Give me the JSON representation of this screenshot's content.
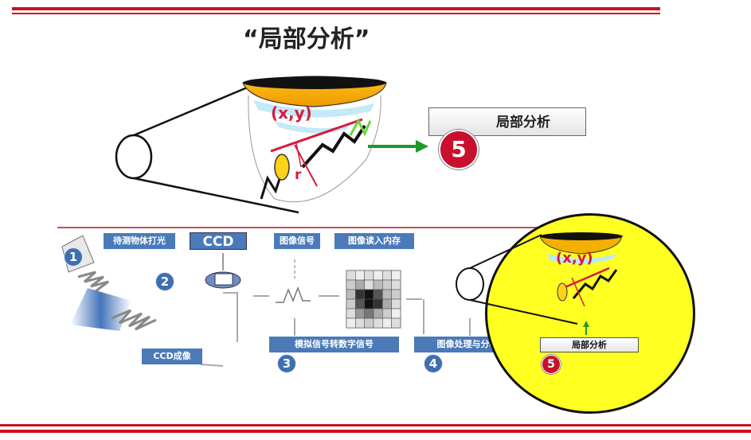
{
  "title": "“局部分析”",
  "top": {
    "xy_label": "(x,y)",
    "r_label": "r",
    "box_label": "局部分析",
    "step_number": "5"
  },
  "steps": {
    "illuminate": "待测物体打光",
    "ccd": "CCD",
    "signal": "图像信号",
    "memory": "图像读入内存",
    "adc": "模拟信号转数字信号",
    "processing": "图像处理与分析",
    "ccd_imaging": "CCD成像",
    "n1": "1",
    "n2": "2",
    "n3": "3",
    "n4": "4"
  },
  "inset": {
    "xy_label": "(x,y)",
    "box_label": "局部分析",
    "step_number": "5"
  },
  "colors": {
    "rule_red": "#cc1020",
    "label_blue": "#4a7ab8",
    "badge_red": "#c8102e",
    "highlight_yellow": "#ffff22"
  }
}
